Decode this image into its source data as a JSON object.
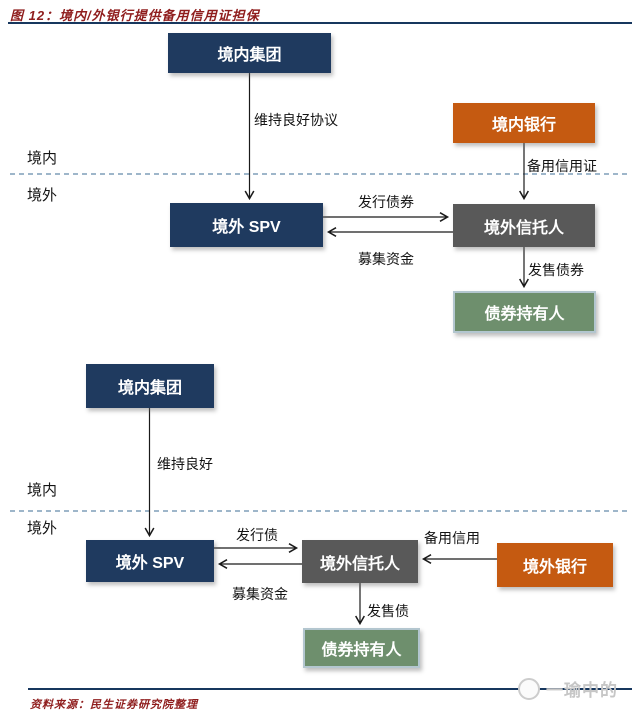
{
  "title": "图 12：境内/外银行提供备用信用证担保",
  "diagram_top": {
    "nodes": {
      "domestic_group": "境内集团",
      "domestic_bank": "境内银行",
      "offshore_spv": "境外 SPV",
      "offshore_trustee": "境外信托人",
      "bondholders": "债券持有人"
    },
    "edges": {
      "keepwell": "维持良好协议",
      "standby_lc": "备用信用证",
      "issue_bonds": "发行债券",
      "raise_funds": "募集资金",
      "sell_bonds": "发售债券"
    },
    "labels": {
      "onshore": "境内",
      "offshore": "境外"
    }
  },
  "diagram_bottom": {
    "nodes": {
      "domestic_group": "境内集团",
      "offshore_spv": "境外 SPV",
      "offshore_trustee": "境外信托人",
      "offshore_bank": "境外银行",
      "bondholders": "债券持有人"
    },
    "edges": {
      "keepwell": "维持良好",
      "standby_lc": "备用信用",
      "issue_bonds": "发行债",
      "raise_funds": "募集资金",
      "sell_bonds": "发售债"
    },
    "labels": {
      "onshore": "境内",
      "offshore": "境外"
    }
  },
  "footer": {
    "source": "资料来源：民生证券研究院整理",
    "watermark": "一瑜中的"
  },
  "colors": {
    "navy_box": "#1f3a5f",
    "orange_box": "#c55a11",
    "gray_box": "#595959",
    "green_box": "#6e8f6d",
    "title_red": "#8f1d1d",
    "rule_navy": "#17375e",
    "dashed_blue": "#7f9db9",
    "arrow_black": "#1a1a1a",
    "watermark_gray": "#c6c6c6"
  }
}
